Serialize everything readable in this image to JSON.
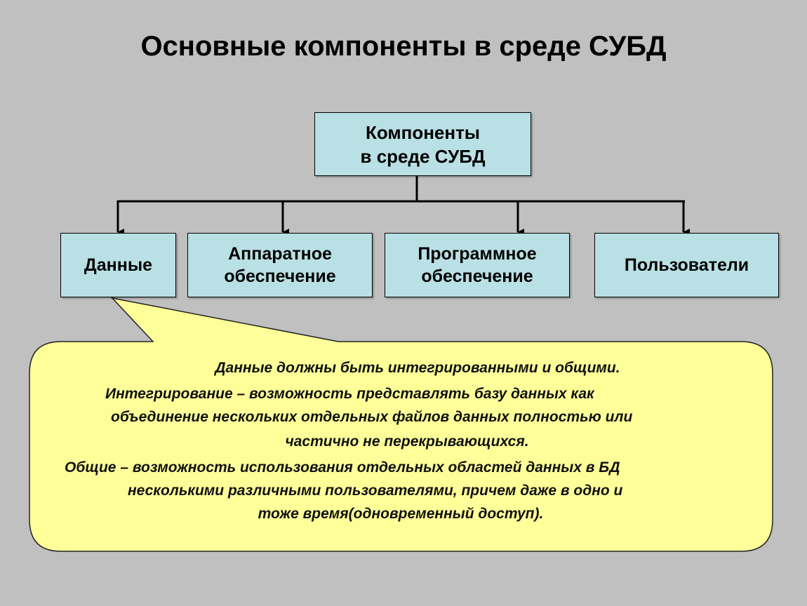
{
  "title": "Основные компоненты в среде СУБД",
  "diagram": {
    "root": {
      "label": "Компоненты\nв среде СУБД"
    },
    "children": [
      {
        "label": "Данные"
      },
      {
        "label": "Аппаратное\nобеспечение"
      },
      {
        "label": "Программное\nобеспечение"
      },
      {
        "label": "Пользователи"
      }
    ],
    "colors": {
      "background": "#c0c0c0",
      "box_fill": "#b9e0e4",
      "callout_fill": "#ffff99",
      "line": "#000000"
    }
  },
  "callout": {
    "attached_to": "Данные",
    "paragraphs": [
      {
        "lines": [
          "Данные должны быть интегрированными и общими."
        ]
      },
      {
        "lines": [
          "Интегрирование – возможность представлять базу данных как",
          "объединение нескольких отдельных файлов данных полностью или",
          "частично не перекрывающихся."
        ]
      },
      {
        "lines": [
          "Общие – возможность использования отдельных областей данных в БД",
          "несколькими различными пользователями, причем даже в одно и",
          "тоже время(одновременный доступ)."
        ]
      }
    ]
  }
}
